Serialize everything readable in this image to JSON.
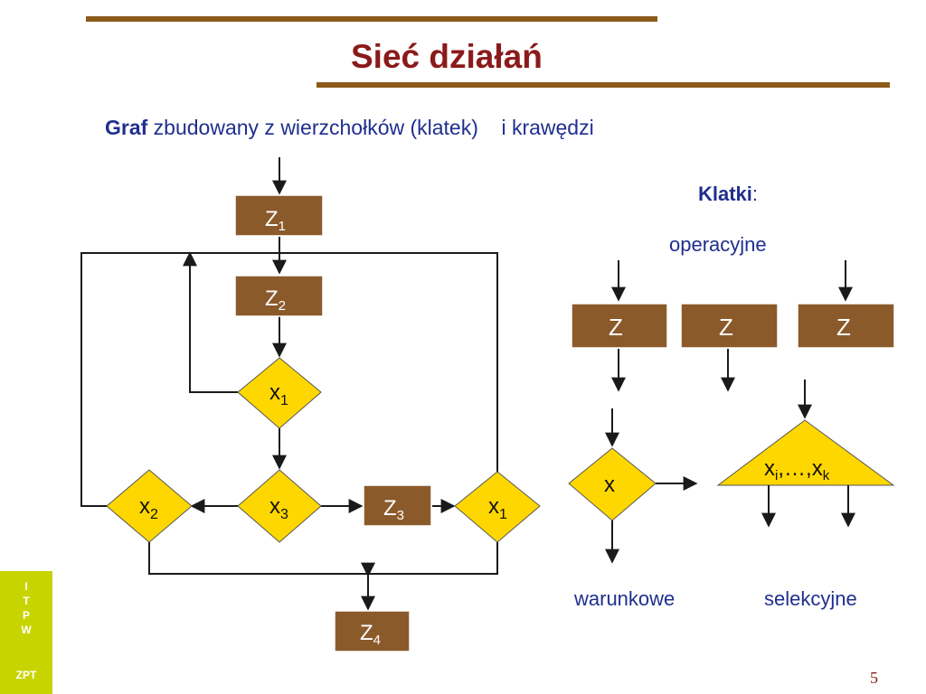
{
  "header": {
    "title": "Sieć działań"
  },
  "intro": {
    "graf": "Graf",
    "rest": " zbudowany z wierzchołków (klatek)    i krawędzi"
  },
  "legend": {
    "heading": "Klatki",
    "colon": ":",
    "operational": "operacyjne",
    "conditional": "warunkowe",
    "selective": "selekcyjne"
  },
  "nodes": {
    "z1": {
      "base": "Z",
      "sub": "1"
    },
    "z2": {
      "base": "Z",
      "sub": "2"
    },
    "z3": {
      "base": "Z",
      "sub": "3"
    },
    "z4": {
      "base": "Z",
      "sub": "4"
    },
    "x1_top": {
      "base": "x",
      "sub": "1"
    },
    "x2": {
      "base": "x",
      "sub": "2"
    },
    "x3": {
      "base": "x",
      "sub": "3"
    },
    "x1_right": {
      "base": "x",
      "sub": "1"
    },
    "sample_z": "Z",
    "sample_x": "x",
    "sel": {
      "a": "x",
      "a_sub": "i",
      "mid": ",…,",
      "b": "x",
      "b_sub": "k"
    }
  },
  "sidebar": {
    "letters": [
      "I",
      "T",
      "P",
      "W"
    ],
    "org": "ZPT"
  },
  "page": {
    "number": "5"
  },
  "colors": {
    "box": "#8b5a2b",
    "diamond": "#ffd700",
    "bar": "#8b5a1a",
    "title": "#8b1a1a",
    "text": "#1f2f8f",
    "sidebar": "#c8d400"
  }
}
